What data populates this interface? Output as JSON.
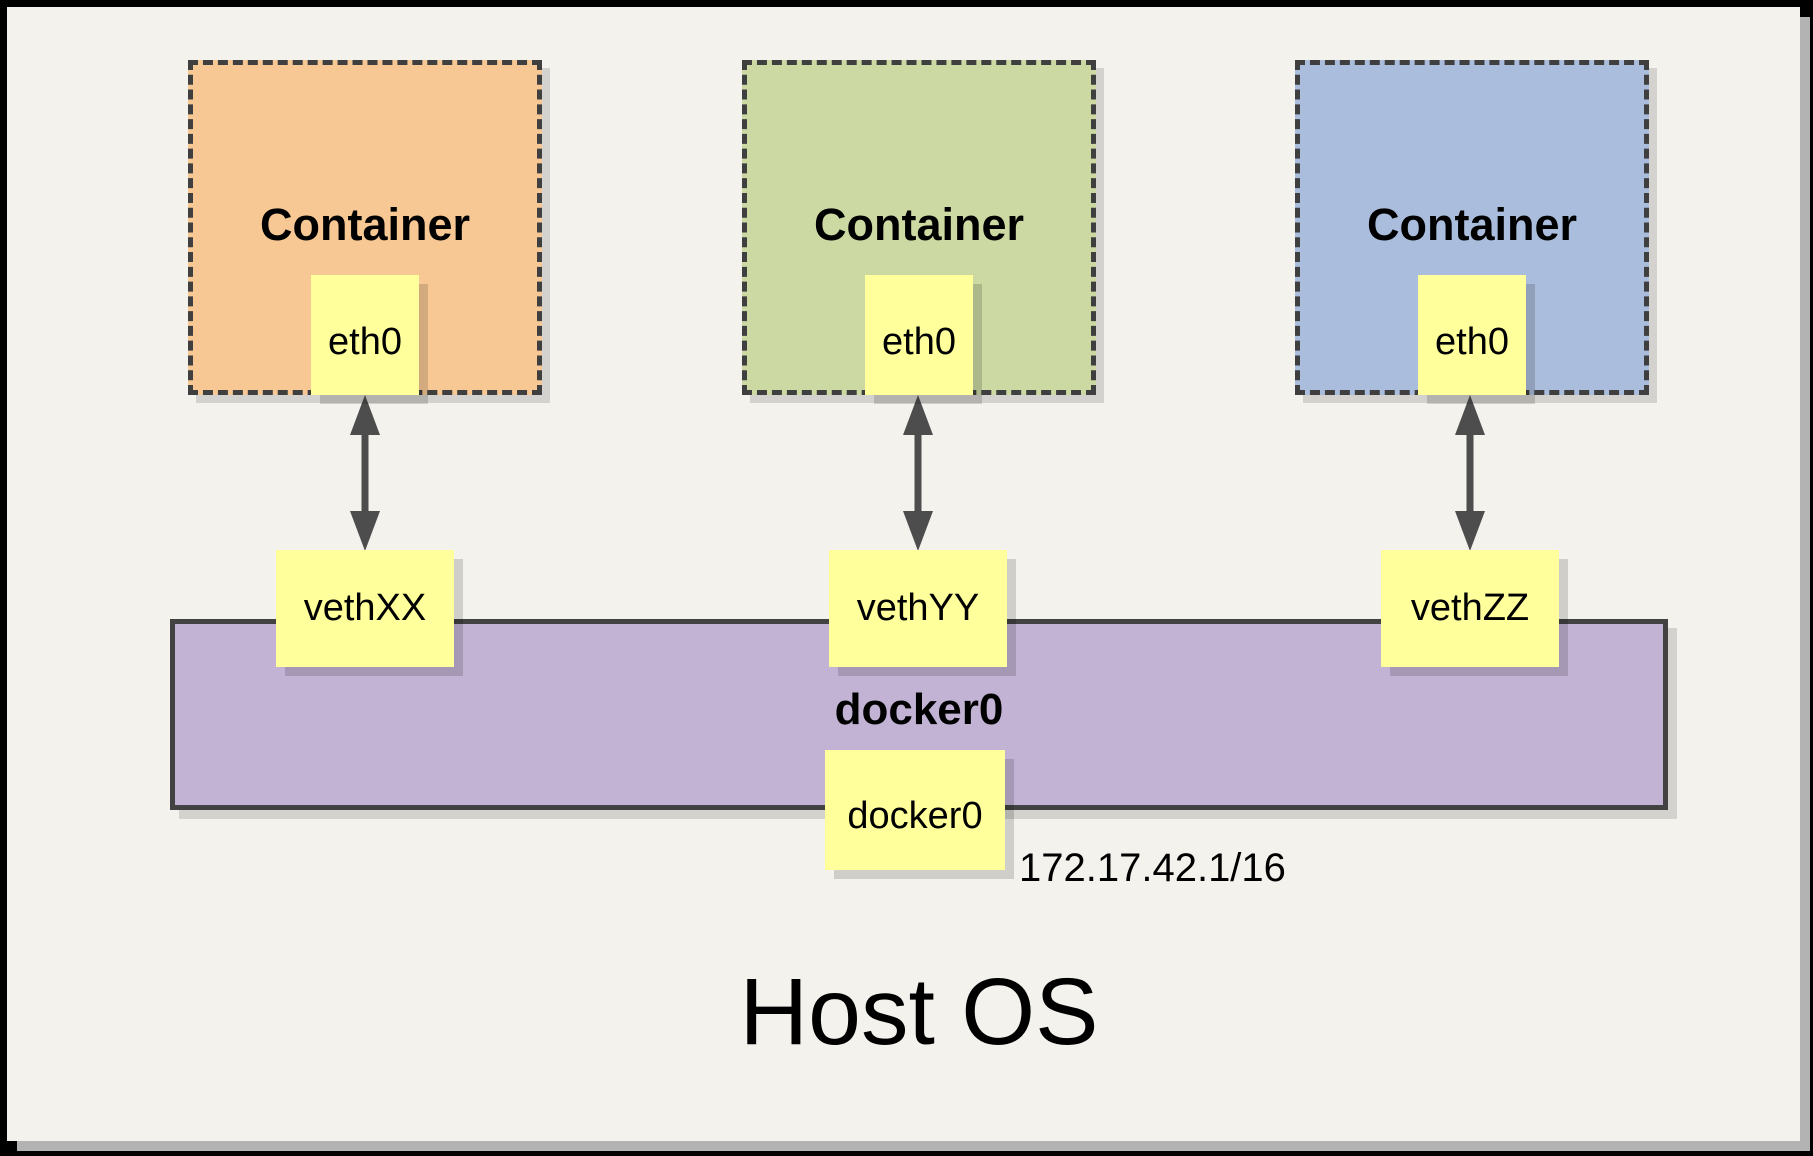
{
  "canvas": {
    "background": "#F4F2ED",
    "frame_color": "#000000",
    "shadow_color": "#B3B3B3"
  },
  "colors": {
    "note_yellow": "#FFFF9C",
    "line_gray": "#4D4D4D",
    "dash_border": "#3F3F3F"
  },
  "containers": [
    {
      "title": "Container",
      "eth_label": "eth0",
      "veth_label": "vethXX",
      "fill": "#F7C893"
    },
    {
      "title": "Container",
      "eth_label": "eth0",
      "veth_label": "vethYY",
      "fill": "#CCD9A3"
    },
    {
      "title": "Container",
      "eth_label": "eth0",
      "veth_label": "vethZZ",
      "fill": "#AABDDC"
    }
  ],
  "bridge": {
    "name": "docker0",
    "interface_label": "docker0",
    "subnet": "172.17.42.1/16",
    "fill": "#C2B3D4"
  },
  "host": {
    "label": "Host OS"
  }
}
